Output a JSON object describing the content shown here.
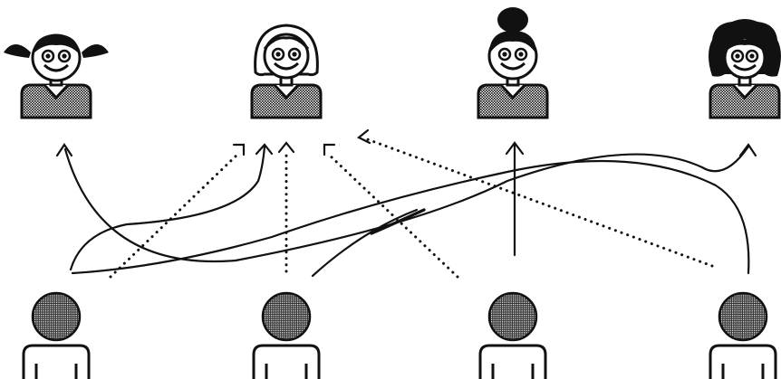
{
  "diagram": {
    "top_figures": [
      {
        "id": "girl-pigtails",
        "hair": "pigtails",
        "icon": "girl-with-pigtails-icon"
      },
      {
        "id": "woman-bob",
        "hair": "bob-outline",
        "icon": "woman-with-bob-hair-icon"
      },
      {
        "id": "woman-bun",
        "hair": "bun",
        "icon": "woman-with-hair-bun-icon"
      },
      {
        "id": "woman-curly",
        "hair": "curly-dark",
        "icon": "woman-with-curly-hair-icon"
      }
    ],
    "bottom_figures": [
      {
        "id": "person-1",
        "icon": "anonymous-person-icon"
      },
      {
        "id": "person-2",
        "icon": "anonymous-person-icon"
      },
      {
        "id": "person-3",
        "icon": "anonymous-person-icon"
      },
      {
        "id": "person-4",
        "icon": "anonymous-person-icon"
      }
    ],
    "connections": [
      {
        "from": "person-1",
        "to": "girl-pigtails",
        "style": "solid",
        "arrow": true
      },
      {
        "from": "person-1",
        "to": "woman-bob",
        "style": "solid",
        "arrow": true
      },
      {
        "from": "person-1",
        "to": "woman-curly",
        "style": "solid",
        "arrow": true
      },
      {
        "from": "person-1",
        "to": "woman-bob",
        "style": "dotted",
        "arrow": false
      },
      {
        "from": "person-2",
        "to": "woman-bob",
        "style": "dotted",
        "arrow": true
      },
      {
        "from": "person-2",
        "to": "woman-curly",
        "style": "solid",
        "arrow": false
      },
      {
        "from": "person-3",
        "to": "woman-bob",
        "style": "dotted",
        "arrow": false
      },
      {
        "from": "person-3",
        "to": "woman-bun",
        "style": "solid",
        "arrow": true
      },
      {
        "from": "person-4",
        "to": "woman-bob",
        "style": "dotted",
        "arrow": true
      },
      {
        "from": "person-4",
        "to": "girl-pigtails",
        "style": "solid",
        "arrow": false
      }
    ],
    "colors": {
      "ink": "#111111",
      "background": "#ffffff",
      "face": "#ffffff"
    }
  }
}
